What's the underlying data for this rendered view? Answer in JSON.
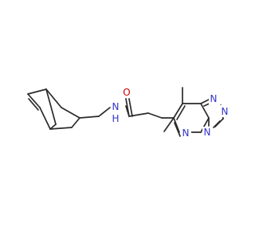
{
  "molecule": {
    "colors": {
      "bond": "#2b2b2b",
      "carbon": "#2b2b2b",
      "nitrogen": "#3333cc",
      "oxygen": "#cc0000"
    },
    "atoms": [
      {
        "id": "O",
        "label": "O",
        "element": "oxygen"
      },
      {
        "id": "N_amide",
        "label": "N",
        "element": "nitrogen"
      },
      {
        "id": "H_amide",
        "label": "H",
        "element": "nitrogen"
      },
      {
        "id": "N1",
        "label": "N",
        "element": "nitrogen"
      },
      {
        "id": "N2",
        "label": "N",
        "element": "nitrogen"
      },
      {
        "id": "N3",
        "label": "N",
        "element": "nitrogen"
      },
      {
        "id": "N4",
        "label": "N",
        "element": "nitrogen"
      }
    ]
  }
}
